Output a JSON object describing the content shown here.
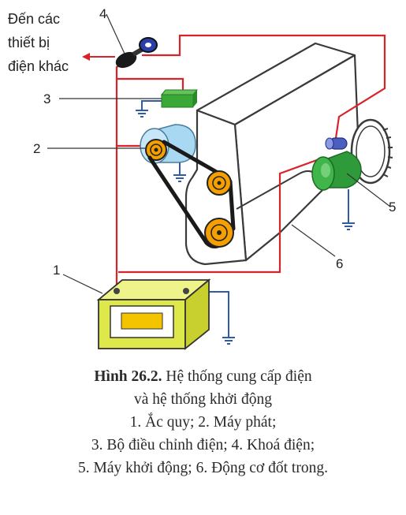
{
  "labels": {
    "other_devices_line1": "Đến các",
    "other_devices_line2": "thiết bị",
    "other_devices_line3": "điện khác",
    "n1": "1",
    "n2": "2",
    "n3": "3",
    "n4": "4",
    "n5": "5",
    "n6": "6"
  },
  "caption": {
    "figure_no": "Hình 26.2.",
    "title_part1": "Hệ thống cung cấp điện",
    "title_part2": "và hệ thống khởi động",
    "legend_line1": "1. Ắc quy; 2. Máy phát;",
    "legend_line2": "3. Bộ điều chỉnh điện; 4. Khoá điện;",
    "legend_line3": "5. Máy khởi động; 6. Động cơ đốt trong."
  },
  "colors": {
    "wire": "#d8232a",
    "ground": "#2f5aa8",
    "battery": "#dfe84a",
    "regulator": "#3aa836",
    "generator": "#a9d8f2",
    "pulley": "#f5a000",
    "starter": "#2e9a3a",
    "engine_outline": "#3a3a3a"
  }
}
